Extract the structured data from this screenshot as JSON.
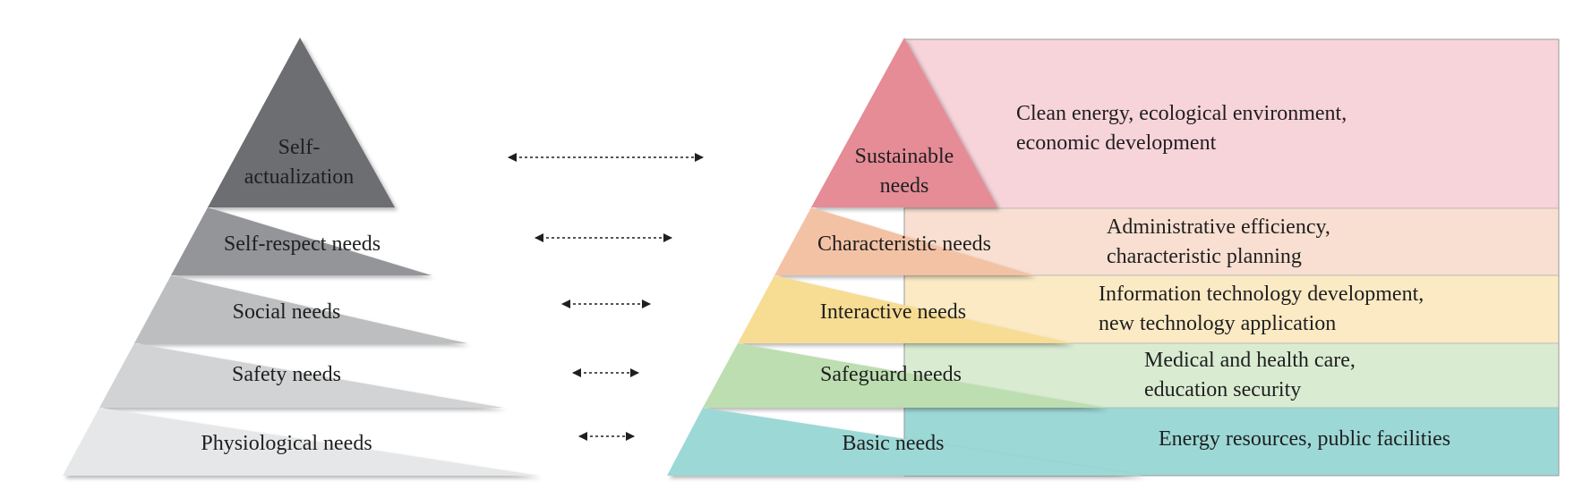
{
  "left_pyramid": {
    "levels": [
      {
        "lines": [
          "Self-",
          "actualization"
        ],
        "color": "#6d6e71"
      },
      {
        "lines": [
          "Self-respect needs"
        ],
        "color": "#939598"
      },
      {
        "lines": [
          "Social needs"
        ],
        "color": "#bcbec0"
      },
      {
        "lines": [
          "Safety needs"
        ],
        "color": "#d1d3d4"
      },
      {
        "lines": [
          "Physiological needs"
        ],
        "color": "#e6e7e8"
      }
    ]
  },
  "right_pyramid": {
    "levels": [
      {
        "lines": [
          "Sustainable",
          "needs"
        ],
        "color": "#e58c97",
        "band_color": "#f7d3da",
        "description": [
          "Clean energy, ecological environment,",
          "economic development"
        ]
      },
      {
        "lines": [
          "Characteristic needs"
        ],
        "color": "#f3c2a5",
        "band_color": "#f9dfd1",
        "description": [
          "Administrative efficiency,",
          "characteristic planning"
        ]
      },
      {
        "lines": [
          "Interactive needs"
        ],
        "color": "#f7dc93",
        "band_color": "#fbeac4",
        "description": [
          "Information technology development,",
          "new technology application"
        ]
      },
      {
        "lines": [
          "Safeguard needs"
        ],
        "color": "#bddeb1",
        "band_color": "#d9ecd2",
        "description": [
          "Medical and health care,",
          "education security"
        ]
      },
      {
        "lines": [
          "Basic needs"
        ],
        "color": "#9cd8d6",
        "band_color": "#9cd8d6",
        "description": [
          "Energy resources, public facilities"
        ]
      }
    ]
  }
}
